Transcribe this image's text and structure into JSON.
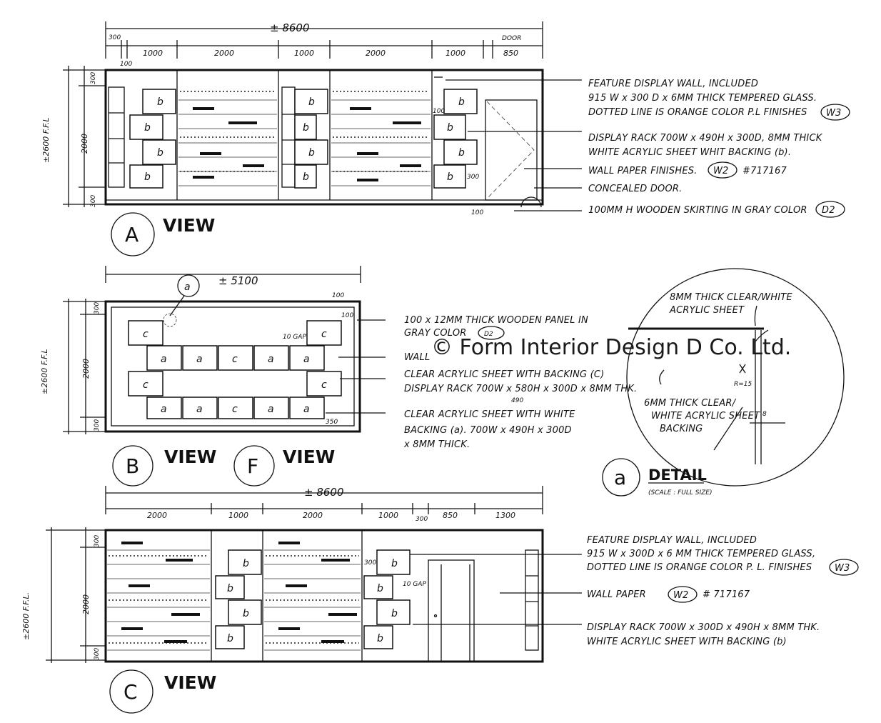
{
  "watermark": "© Form Interior Design D Co. Ltd.",
  "views": {
    "a": {
      "letter": "A",
      "word": "VIEW",
      "total_width": "± 8600",
      "h_dims": [
        "300",
        "100",
        "1000",
        "2000",
        "1000",
        "2000",
        "1000",
        "850"
      ],
      "door_label": "DOOR",
      "height_label": "±2600 F.F.L",
      "v_dims": [
        "300",
        "2000",
        "300"
      ],
      "side_dims": [
        "100",
        "300",
        "100"
      ],
      "rack_labels": [
        "b",
        "b",
        "b",
        "b",
        "b",
        "b",
        "b",
        "b",
        "b",
        "b",
        "b",
        "b"
      ],
      "notes": [
        "FEATURE DISPLAY WALL, INCLUDED",
        "915 W x 300 D x 6MM THICK TEMPERED GLASS.",
        "DOTTED LINE IS ORANGE COLOR P.L FINISHES",
        "DISPLAY RACK 700W x 490H x 300D, 8MM THICK",
        "WHITE ACRYLIC SHEET WHIT BACKING (b).",
        "WALL PAPER FINISHES.",
        "#717167",
        "CONCEALED DOOR.",
        "100MM H WOODEN SKIRTING IN GRAY COLOR"
      ],
      "tags": [
        "W3",
        "W2",
        "D2"
      ]
    },
    "b": {
      "letter": "B",
      "word": "VIEW",
      "total_width": "± 5100",
      "detail_ref": "a",
      "height_label": "±2600 F.F.L",
      "v_dims": [
        "300",
        "2000",
        "300"
      ],
      "side_dims": [
        "100",
        "100",
        "10 GAP",
        "350"
      ],
      "rack_top": [
        "c",
        "c"
      ],
      "rack_mid": [
        "a",
        "a",
        "c",
        "a",
        "a"
      ],
      "rack_mid2": [
        "c",
        "c"
      ],
      "rack_bot": [
        "a",
        "a",
        "c",
        "a",
        "a"
      ],
      "notes": [
        "100 x 12MM THICK WOODEN PANEL IN",
        "GRAY COLOR",
        "WALL",
        "CLEAR ACRYLIC SHEET WITH BACKING (C)",
        "DISPLAY RACK 700W x 580H x 300D x 8MM THK.",
        "490",
        "CLEAR ACRYLIC SHEET WITH WHITE",
        "BACKING (a). 700W x 490H x 300D",
        "x 8MM THICK."
      ],
      "tags": [
        "D2"
      ]
    },
    "f": {
      "letter": "F",
      "word": "VIEW"
    },
    "detail": {
      "letter": "a",
      "word": "DETAIL",
      "scale": "(SCALE : FULL SIZE)",
      "notes": [
        "8MM THICK CLEAR/WHITE",
        "ACRYLIC SHEET",
        "6MM THICK CLEAR/",
        "WHITE ACRYLIC SHEET",
        "BACKING"
      ],
      "radius": "R=15",
      "thickness": "8"
    },
    "c": {
      "letter": "C",
      "word": "VIEW",
      "total_width": "± 8600",
      "h_dims": [
        "2000",
        "1000",
        "2000",
        "1000",
        "300",
        "850",
        "1300"
      ],
      "height_label": "±2600 F.F.L.",
      "v_dims": [
        "300",
        "2000",
        "300"
      ],
      "side_dims": [
        "300",
        "10 GAP"
      ],
      "rack_labels": [
        "b",
        "b",
        "b",
        "b",
        "b",
        "b",
        "b",
        "b"
      ],
      "notes": [
        "FEATURE DISPLAY WALL, INCLUDED",
        "915 W x 300D x 6 MM THICK TEMPERED GLASS,",
        "DOTTED LINE IS ORANGE COLOR P. L. FINISHES",
        "WALL PAPER",
        "# 717167",
        "DISPLAY RACK 700W x 300D x 490H x 8MM THK.",
        "WHITE ACRYLIC SHEET WITH BACKING (b)"
      ],
      "tags": [
        "W3",
        "W2"
      ]
    }
  },
  "colors": {
    "ink": "#111111",
    "paper": "#ffffff"
  }
}
